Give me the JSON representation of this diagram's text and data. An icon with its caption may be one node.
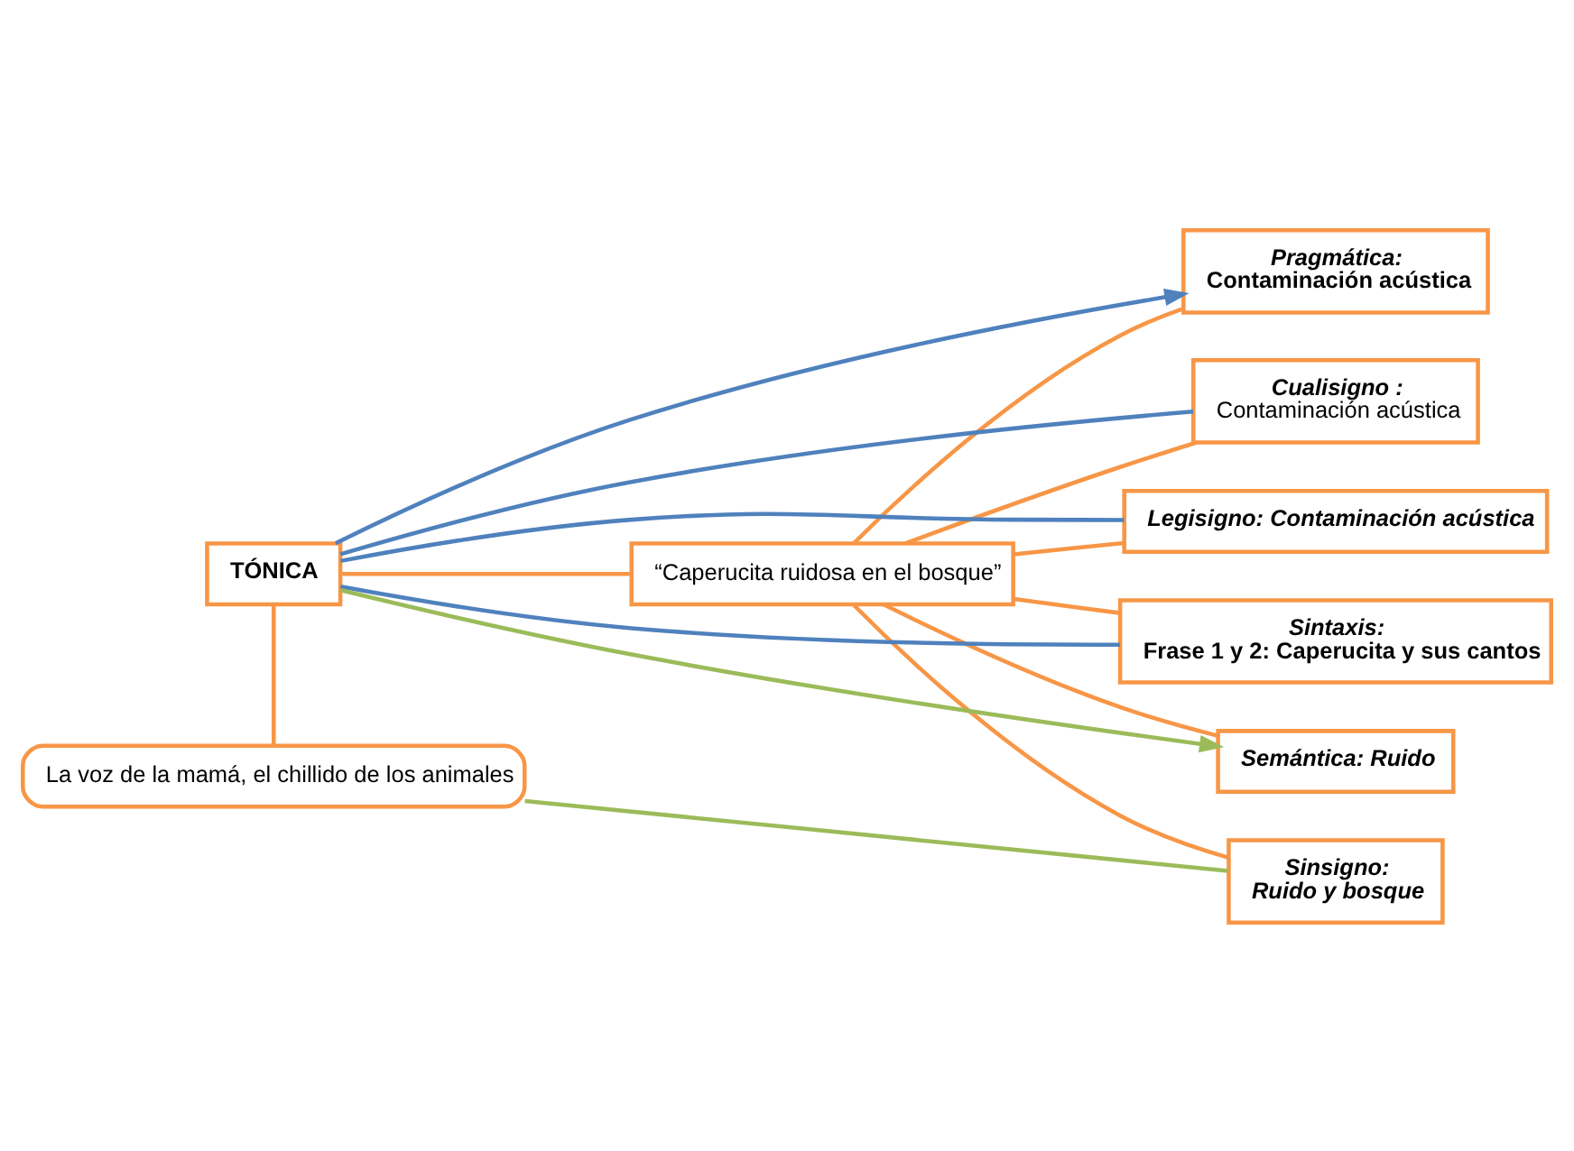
{
  "diagram": {
    "nodes": [
      {
        "text": [
          "“Caperucita ruidosa en el bosque”"
        ]
      },
      {
        "text": [
          "Sintaxis:",
          "Frase 1 y 2: Caperucita y sus cantos"
        ]
      },
      {
        "text": [
          "Semántica: Ruido"
        ]
      },
      {
        "text": [
          "Pragmática:",
          "Contaminación acústica"
        ]
      },
      {
        "text": [
          "Cualisigno :",
          "Contaminación acústica"
        ]
      },
      {
        "text": [
          "Sinsigno:",
          "Ruido y bosque"
        ]
      },
      {
        "text": [
          "Legisigno: Contaminación acústica"
        ]
      },
      {
        "text": [
          "TÓNICA"
        ]
      },
      {
        "text": [
          "La voz de la mamá, el chillido de los animales"
        ]
      }
    ],
    "edges": [
      {
        "from": 7,
        "to": 0,
        "arrow": "none"
      },
      {
        "from": 0,
        "to": 1,
        "arrow": "none"
      },
      {
        "from": 0,
        "to": 2,
        "arrow": "none"
      },
      {
        "from": 0,
        "to": 3,
        "arrow": "none"
      },
      {
        "from": 0,
        "to": 4,
        "arrow": "none"
      },
      {
        "from": 0,
        "to": 5,
        "arrow": "none"
      },
      {
        "from": 0,
        "to": 6,
        "arrow": "none"
      },
      {
        "from": 7,
        "to": 1,
        "arrow": "none",
        "color": "#4f81bd"
      },
      {
        "from": 7,
        "to": 4,
        "arrow": "none",
        "color": "#4f81bd"
      },
      {
        "from": 7,
        "to": 6,
        "arrow": "none",
        "color": "#4f81bd"
      },
      {
        "from": 7,
        "to": 2,
        "arrow": "to",
        "color": "#9bbb59"
      },
      {
        "from": 7,
        "to": 3,
        "arrow": "to",
        "color": "#4f81bd"
      },
      {
        "from": 7,
        "to": 8,
        "arrow": "none"
      },
      {
        "from": 8,
        "to": 5,
        "arrow": "none",
        "color": "#9bbb59"
      }
    ]
  }
}
